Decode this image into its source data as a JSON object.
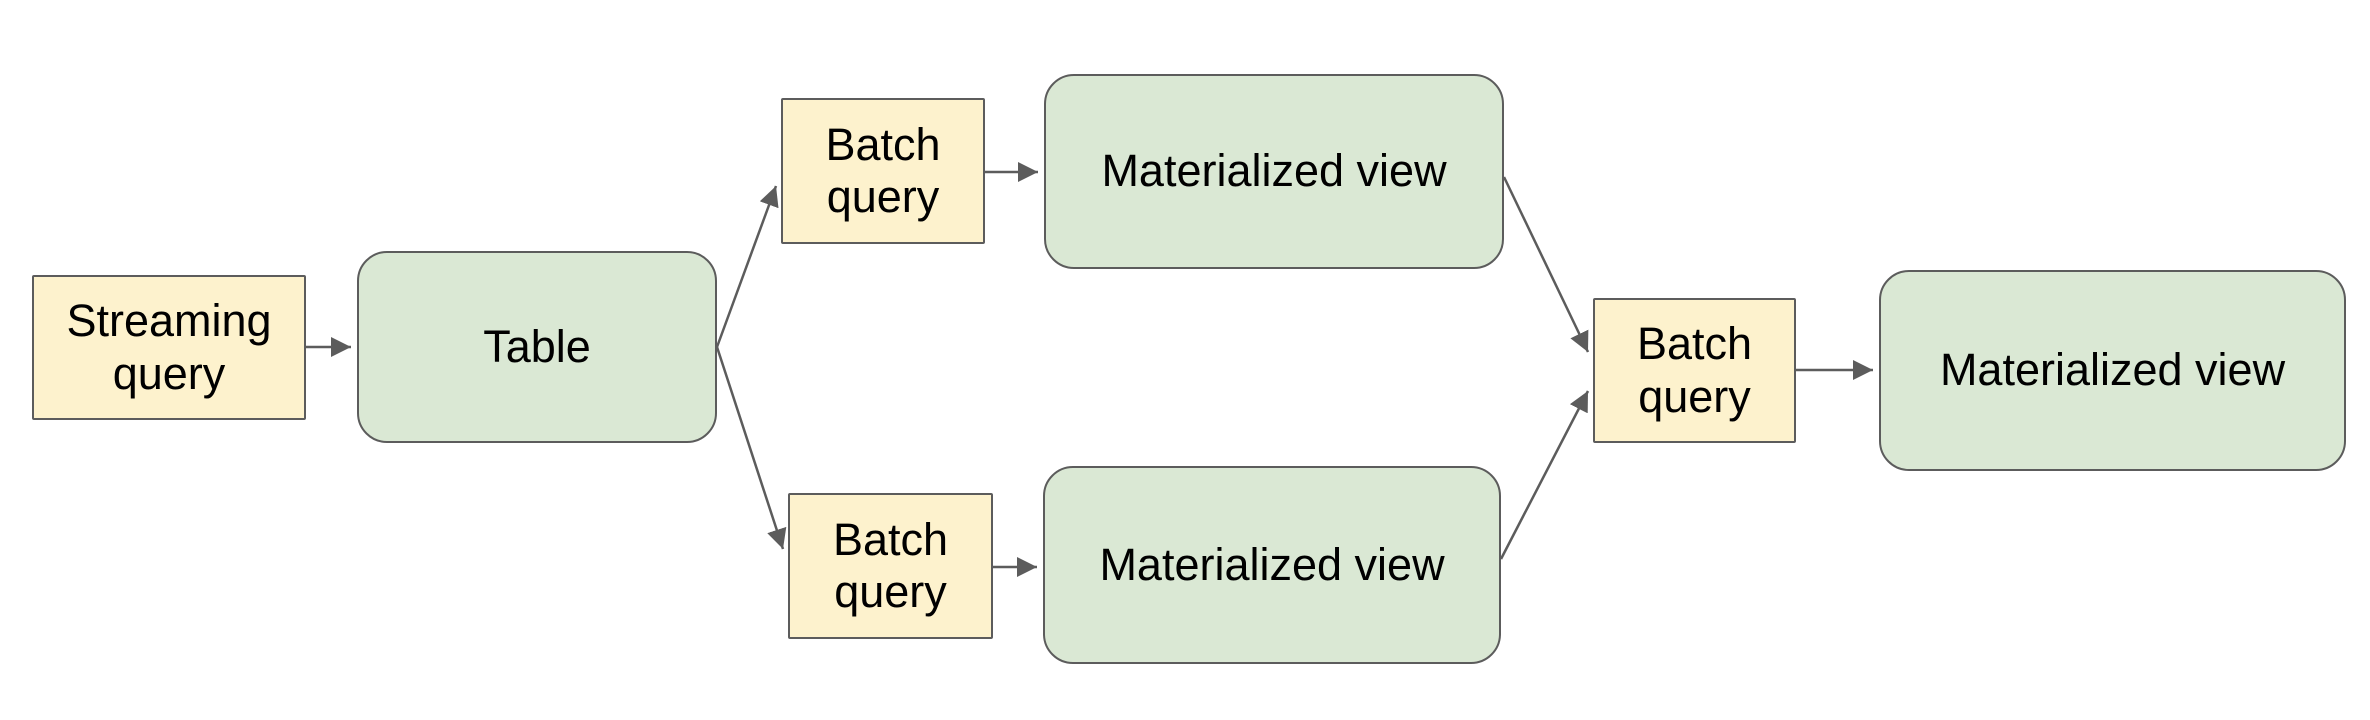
{
  "diagram": {
    "type": "flowchart",
    "background_color": "#ffffff",
    "palette": {
      "query_fill": "#fdf2cd",
      "data_fill": "#dae8d4",
      "stroke": "#5c5c5c",
      "text_color": "#000000"
    },
    "nodes": [
      {
        "id": "streaming-query",
        "label": "Streaming query",
        "shape": "rectangle",
        "role": "query"
      },
      {
        "id": "table",
        "label": "Table",
        "shape": "rounded-rectangle",
        "role": "data"
      },
      {
        "id": "batch-query-top",
        "label": "Batch query",
        "shape": "rectangle",
        "role": "query"
      },
      {
        "id": "materialized-view-top",
        "label": "Materialized view",
        "shape": "rounded-rectangle",
        "role": "data"
      },
      {
        "id": "batch-query-bottom",
        "label": "Batch query",
        "shape": "rectangle",
        "role": "query"
      },
      {
        "id": "materialized-view-bottom",
        "label": "Materialized view",
        "shape": "rounded-rectangle",
        "role": "data"
      },
      {
        "id": "batch-query-final",
        "label": "Batch query",
        "shape": "rectangle",
        "role": "query"
      },
      {
        "id": "materialized-view-final",
        "label": "Materialized view",
        "shape": "rounded-rectangle",
        "role": "data"
      }
    ],
    "edges": [
      {
        "from": "streaming-query",
        "to": "table"
      },
      {
        "from": "table",
        "to": "batch-query-top"
      },
      {
        "from": "table",
        "to": "batch-query-bottom"
      },
      {
        "from": "batch-query-top",
        "to": "materialized-view-top"
      },
      {
        "from": "batch-query-bottom",
        "to": "materialized-view-bottom"
      },
      {
        "from": "materialized-view-top",
        "to": "batch-query-final"
      },
      {
        "from": "materialized-view-bottom",
        "to": "batch-query-final"
      },
      {
        "from": "batch-query-final",
        "to": "materialized-view-final"
      }
    ]
  }
}
